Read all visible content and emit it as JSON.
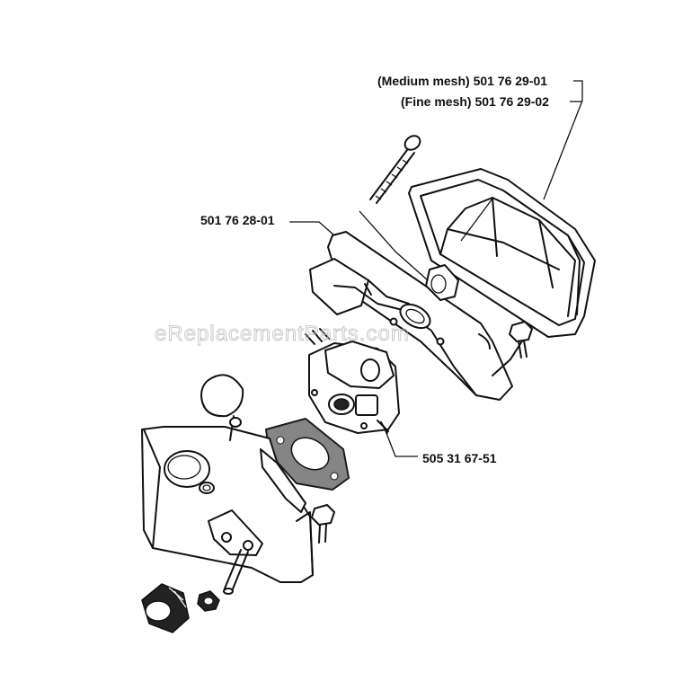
{
  "watermark": "eReplacementParts.com",
  "labels": {
    "filter_medium": "(Medium mesh) 501 76 29-01",
    "filter_fine": "(Fine mesh) 501 76 29-02",
    "bracket": "501 76 28-01",
    "carburetor": "505 31 67-51"
  },
  "icons": [
    "filter-housing-icon",
    "long-screw-icon",
    "carb-bracket-icon",
    "carburetor-icon",
    "gasket-icon",
    "cover-plate-icon",
    "bolt-icon",
    "knob-icon",
    "nut-icon"
  ]
}
